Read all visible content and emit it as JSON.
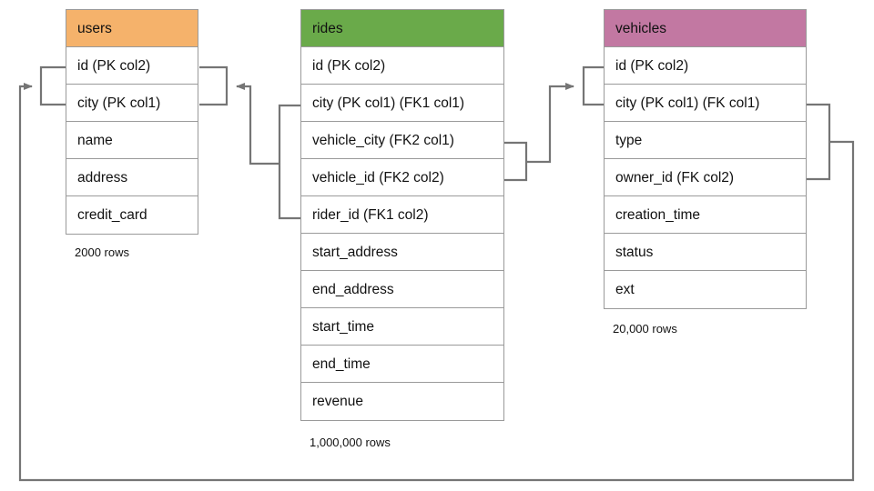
{
  "diagram": {
    "type": "entity-relationship-diagram",
    "background": "#ffffff",
    "line_color": "#757575",
    "border_color": "#9a9a9a"
  },
  "tables": [
    {
      "name": "users",
      "header_color": "#f5b26b",
      "row_count": "2000 rows",
      "columns": [
        "id (PK col2)",
        "city (PK col1)",
        "name",
        "address",
        "credit_card"
      ]
    },
    {
      "name": "rides",
      "header_color": "#6aaa4a",
      "row_count": "1,000,000 rows",
      "columns": [
        "id (PK col2)",
        "city (PK col1) (FK1 col1)",
        "vehicle_city (FK2 col1)",
        "vehicle_id (FK2 col2)",
        "rider_id (FK1 col2)",
        "start_address",
        "end_address",
        "start_time",
        "end_time",
        "revenue"
      ]
    },
    {
      "name": "vehicles",
      "header_color": "#c278a2",
      "row_count": "20,000 rows",
      "columns": [
        "id (PK col2)",
        "city (PK col1) (FK col1)",
        "type",
        "owner_id (FK col2)",
        "creation_time",
        "status",
        "ext"
      ]
    }
  ],
  "relationships": [
    {
      "name": "rides-fk1-to-users",
      "from": "rides.city + rides.rider_id (FK1)",
      "to": "users.id + users.city (PK)"
    },
    {
      "name": "rides-fk2-to-vehicles",
      "from": "rides.vehicle_city + rides.vehicle_id (FK2)",
      "to": "vehicles.id + vehicles.city (PK)"
    },
    {
      "name": "vehicles-fk-to-users",
      "from": "vehicles.city + vehicles.owner_id (FK)",
      "to": "users.id + users.city (PK)"
    }
  ]
}
